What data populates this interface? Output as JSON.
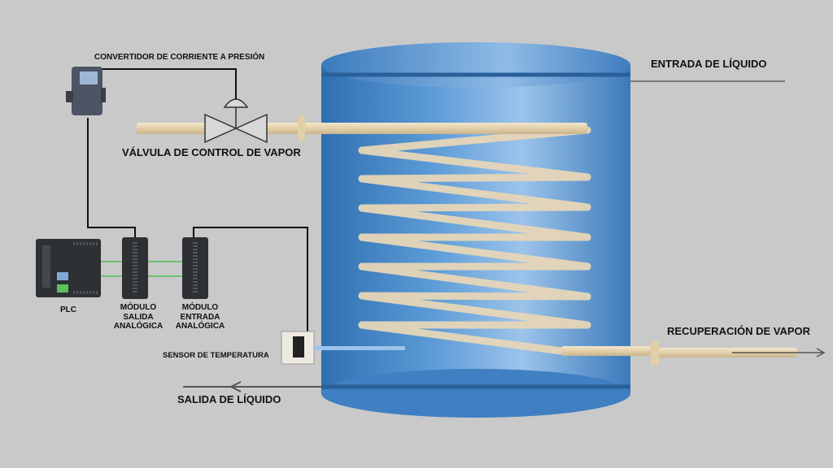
{
  "labels": {
    "current_to_pressure": "CONVERTIDOR DE  CORRIENTE A PRESIÓN",
    "liquid_inlet": "ENTRADA DE LÍQUIDO",
    "steam_valve": "VÁLVULA DE CONTROL DE VAPOR",
    "steam_recovery": "RECUPERACIÓN DE VAPOR",
    "temp_sensor": "SENSOR DE TEMPERATURA",
    "liquid_outlet": "SALIDA DE LÍQUIDO",
    "plc": "PLC",
    "analog_out": [
      "MÓDULO",
      "SALIDA",
      "ANALÓGICA"
    ],
    "analog_in": [
      "MÓDULO",
      "ENTRADA",
      "ANALÓGICA"
    ]
  },
  "colors": {
    "background": "#c9c9c9",
    "tank_blue": "#4f8fcc",
    "tank_highlight": "#9cc4ea",
    "coil": "#e6d6b8",
    "signal_wire": "#111111",
    "comm_link": "#4fbf4f"
  },
  "icons": {
    "converter": "current-to-pressure-converter-icon",
    "valve": "control-valve-icon",
    "plc": "plc-controller-icon",
    "sensor": "temperature-sensor-icon"
  }
}
